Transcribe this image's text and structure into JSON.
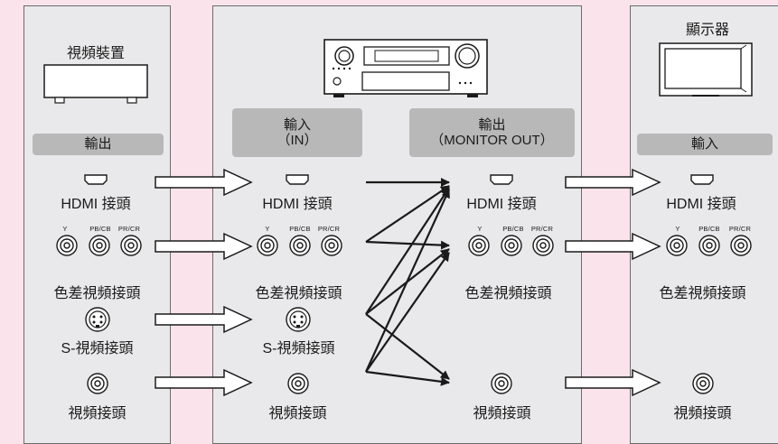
{
  "source": {
    "device_label": "視頻裝置",
    "section_label": "輸出",
    "hdmi_label": "HDMI 接頭",
    "component_channels": [
      "Y",
      "PB/CB",
      "PR/CR"
    ],
    "component_label": "色差視頻接頭",
    "svideo_label": "S-視頻接頭",
    "video_label": "視頻接頭"
  },
  "receiver": {
    "input_header_line1": "輸入",
    "input_header_line2": "（IN）",
    "output_header_line1": "輸出",
    "output_header_line2": "（MONITOR OUT）",
    "in_hdmi_label": "HDMI 接頭",
    "in_component_channels": [
      "Y",
      "PB/CB",
      "PR/CR"
    ],
    "in_component_label": "色差視頻接頭",
    "in_svideo_label": "S-視頻接頭",
    "in_video_label": "視頻接頭",
    "out_hdmi_label": "HDMI 接頭",
    "out_component_channels": [
      "Y",
      "PB/CB",
      "PR/CR"
    ],
    "out_component_label": "色差視頻接頭",
    "out_video_label": "視頻接頭"
  },
  "display": {
    "device_label": "顯示器",
    "section_label": "輸入",
    "hdmi_label": "HDMI 接頭",
    "component_channels": [
      "Y",
      "PB/CB",
      "PR/CR"
    ],
    "component_label": "色差視頻接頭",
    "video_label": "視頻接頭"
  },
  "colors": {
    "background": "#fbe3ec",
    "panel": "#e9e9eb",
    "header": "#b8b8b9",
    "line": "#1a1a1a"
  }
}
